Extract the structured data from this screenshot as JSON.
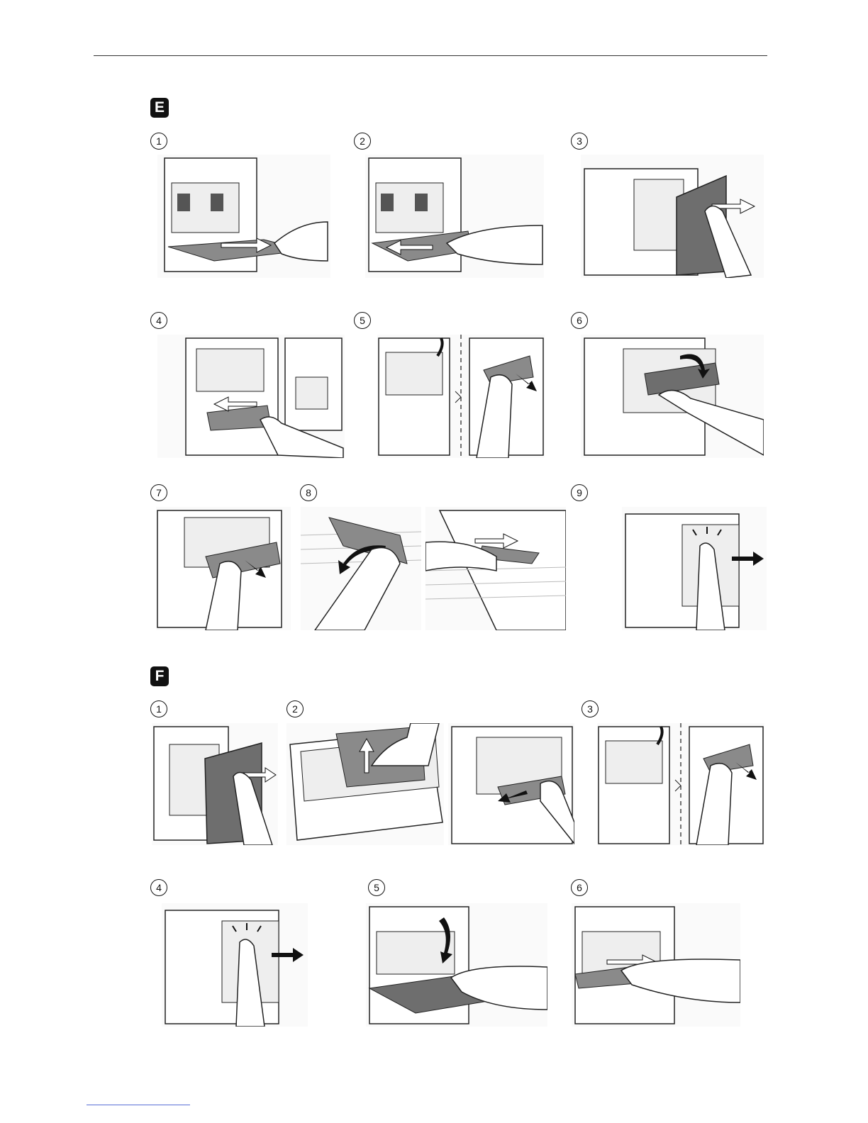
{
  "sections": {
    "E": {
      "label": "E",
      "steps": [
        "1",
        "2",
        "3",
        "4",
        "5",
        "6",
        "7",
        "8",
        "9"
      ]
    },
    "F": {
      "label": "F",
      "steps": [
        "1",
        "2",
        "3",
        "4",
        "5",
        "6"
      ]
    }
  },
  "colors": {
    "ink": "#111111",
    "paper_gray": "#8a8a8a",
    "panel_gray": "#6e6e6e",
    "footer_link": "#5a6fd6"
  }
}
